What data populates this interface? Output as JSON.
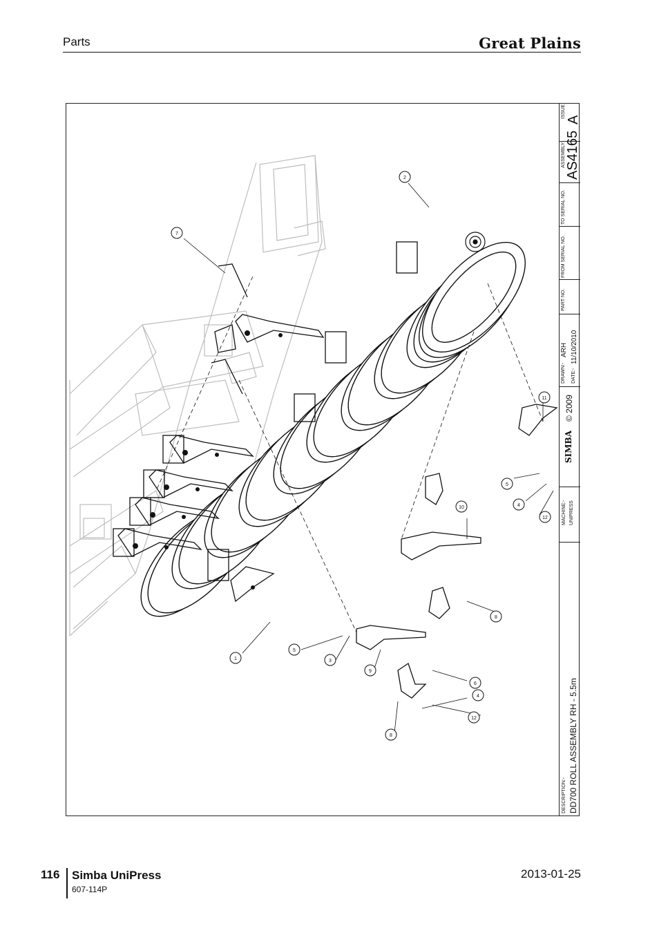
{
  "header": {
    "section": "Parts",
    "brand": "Great Plains"
  },
  "title_block": {
    "issue_label": "ISSUE",
    "issue_value": "A",
    "assembly_label": "ASSEMBLY",
    "assembly_value": "AS4165",
    "to_serial_label": "TO SERIAL NO.",
    "from_serial_label": "FROM SERIAL NO.",
    "part_no_label": "PART NO.",
    "drawn_label": "DRAWN:-",
    "drawn_value": "ARH",
    "date_label": "DATE:-",
    "date_value": "11/10/2010",
    "logo_text": "SIMBA",
    "copyright": "© 2009",
    "machine_label": "MACHINE:-",
    "machine_value": "UNIPRESS",
    "description_label": "DESCRIPTION:-",
    "description_value": "DD700 ROLL ASSEMBLY RH - 5.5m"
  },
  "balloons": [
    "1",
    "2",
    "3",
    "4",
    "4",
    "5",
    "5",
    "6",
    "7",
    "8",
    "8",
    "9",
    "10",
    "11",
    "12",
    "12"
  ],
  "footer": {
    "page_number": "116",
    "title": "Simba UniPress",
    "code": "607-114P",
    "date": "2013-01-25"
  }
}
